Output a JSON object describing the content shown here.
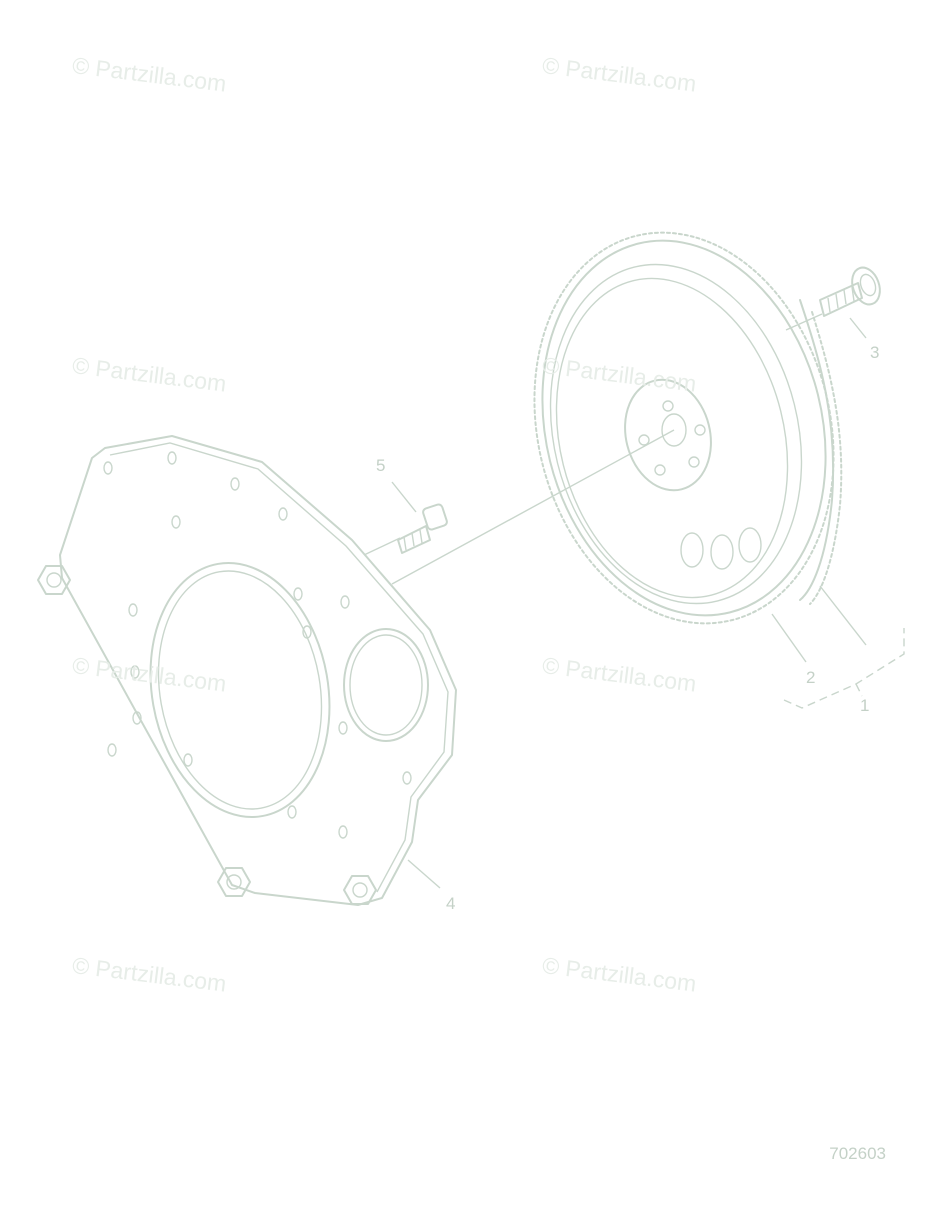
{
  "watermark": "© Partzilla.com",
  "callouts": {
    "c1": "1",
    "c2": "2",
    "c3": "3",
    "c4": "4",
    "c5": "5"
  },
  "diagram_number": "702603",
  "colors": {
    "line": "#c9d6cc",
    "label": "#c4d1c7",
    "watermark": "#e7ede8"
  }
}
